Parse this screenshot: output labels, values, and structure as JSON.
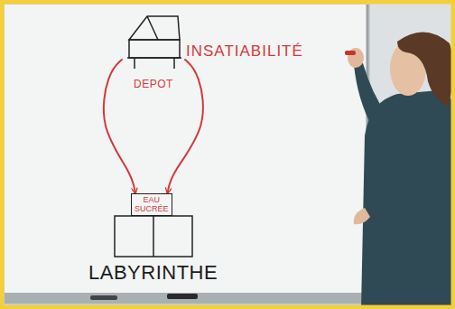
{
  "diagram": {
    "nodes": [
      {
        "text": [
          "DEPOT"
        ]
      },
      {
        "text": [
          "EAU SUCRÉE"
        ]
      },
      {
        "text": [
          "LABYRINTHE"
        ]
      }
    ],
    "edges": [
      {
        "from": 0,
        "to": 1,
        "arrow": "to"
      },
      {
        "from": 0,
        "to": 1,
        "arrow": "to"
      }
    ],
    "labels": [
      "INSATIABILITÉ"
    ]
  }
}
